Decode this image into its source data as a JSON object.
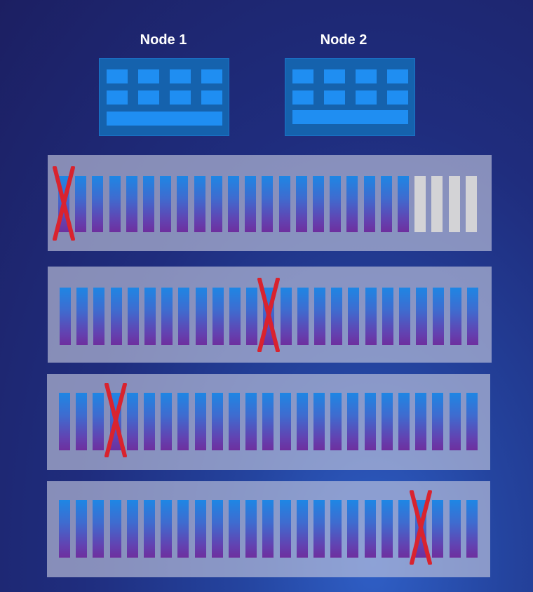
{
  "nodes": [
    {
      "label": "Node 1",
      "cpu_rows": 2,
      "cpu_cols": 4
    },
    {
      "label": "Node 2",
      "cpu_rows": 2,
      "cpu_cols": 4
    }
  ],
  "racks": [
    {
      "slots": 25,
      "filled": 21,
      "failed_slot": 1
    },
    {
      "slots": 25,
      "filled": 25,
      "failed_slot": 13
    },
    {
      "slots": 25,
      "filled": 25,
      "failed_slot": 4
    },
    {
      "slots": 25,
      "filled": 25,
      "failed_slot": 22
    }
  ],
  "colors": {
    "node_fill": "#1562ad",
    "chip": "#1f8ef2",
    "slot_top": "#1e86e4",
    "slot_bottom": "#6e2f9e",
    "empty_slot": "#d3d3d6",
    "failure_mark": "#d9232e"
  }
}
